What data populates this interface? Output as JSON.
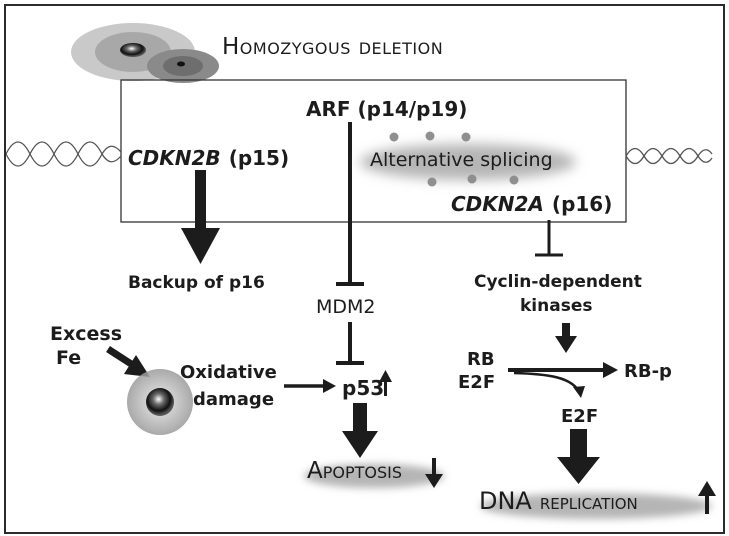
{
  "labels": {
    "deletion_title": "Homozygous deletion",
    "arf": "ARF (p14/p19)",
    "cdkn2b_gene": "CDKN2B",
    "cdkn2b_protein": "(p15)",
    "alt_splicing": "Alternative splicing",
    "cdkn2a_gene": "CDKN2A",
    "cdkn2a_protein": "(p16)",
    "backup": "Backup of p16",
    "mdm2": "MDM2",
    "cdk_line1": "Cyclin-dependent",
    "cdk_line2": "kinases",
    "excess": "Excess",
    "fe": "Fe",
    "oxidative": "Oxidative",
    "damage": "damage",
    "p53": "p53",
    "rb": "RB",
    "e2f_left": "E2F",
    "rbp": "RB-p",
    "e2f_lower": "E2F",
    "apoptosis_cap": "A",
    "apoptosis_rest": "poptosis",
    "dna": "DNA",
    "replication": "replication"
  },
  "colors": {
    "ink": "#1c1c1c",
    "box_stroke": "#333333",
    "dot": "#8f8f8f",
    "shadow": "#b5b5b5"
  }
}
